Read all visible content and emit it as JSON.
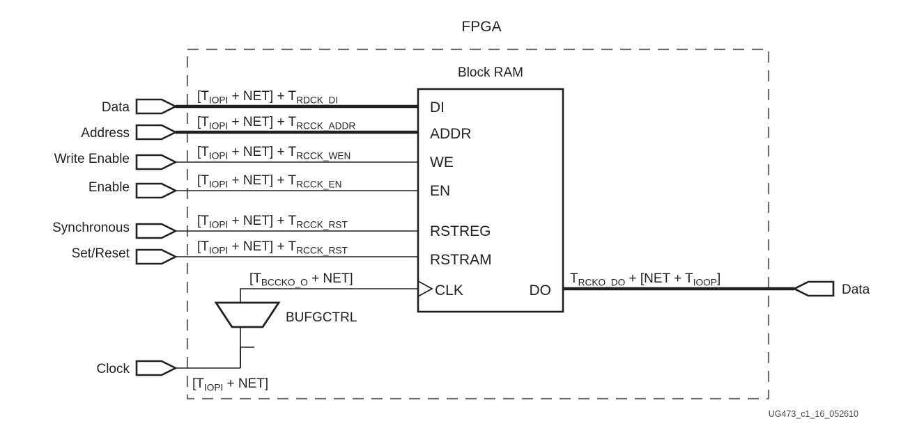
{
  "figure": {
    "fpga_label": "FPGA",
    "block_label": "Block RAM",
    "buffer_label": "BUFGCTRL",
    "footer_id": "UG473_c1_16_052610",
    "ink_color": "#231f20",
    "dash_color": "#6d6e71"
  },
  "ports": [
    {
      "name": "DI"
    },
    {
      "name": "ADDR"
    },
    {
      "name": "WE"
    },
    {
      "name": "EN"
    },
    {
      "name": "RSTREG"
    },
    {
      "name": "RSTRAM"
    },
    {
      "name": "CLK"
    },
    {
      "name": "DO"
    }
  ],
  "inputs": [
    {
      "signal": "Data",
      "port": "DI",
      "bus": true,
      "delay": {
        "text": "[TIOPI + NET] + TRDCK_DI",
        "parts": [
          {
            "t": "[T",
            "sub": false
          },
          {
            "t": "IOPI",
            "sub": true
          },
          {
            "t": " + NET] + T",
            "sub": false
          },
          {
            "t": "RDCK_DI",
            "sub": true
          }
        ]
      }
    },
    {
      "signal": "Address",
      "port": "ADDR",
      "bus": true,
      "delay": {
        "text": "[TIOPI + NET] + TRCCK_ADDR",
        "parts": [
          {
            "t": "[T",
            "sub": false
          },
          {
            "t": "IOPI",
            "sub": true
          },
          {
            "t": " + NET] + T",
            "sub": false
          },
          {
            "t": "RCCK_ADDR",
            "sub": true
          }
        ]
      }
    },
    {
      "signal": "Write Enable",
      "port": "WE",
      "bus": false,
      "delay": {
        "text": "[TIOPI + NET] + TRCCK_WEN",
        "parts": [
          {
            "t": "[T",
            "sub": false
          },
          {
            "t": "IOPI",
            "sub": true
          },
          {
            "t": " + NET] + T",
            "sub": false
          },
          {
            "t": "RCCK_WEN",
            "sub": true
          }
        ]
      }
    },
    {
      "signal": "Enable",
      "port": "EN",
      "bus": false,
      "delay": {
        "text": "[TIOPI + NET] + TRCCK_EN",
        "parts": [
          {
            "t": "[T",
            "sub": false
          },
          {
            "t": "IOPI",
            "sub": true
          },
          {
            "t": " + NET] + T",
            "sub": false
          },
          {
            "t": "RCCK_EN",
            "sub": true
          }
        ]
      }
    },
    {
      "signal": "Synchronous",
      "port": "RSTREG",
      "bus": false,
      "delay": {
        "text": "[TIOPI + NET] + TRCCK_RST",
        "parts": [
          {
            "t": "[T",
            "sub": false
          },
          {
            "t": "IOPI",
            "sub": true
          },
          {
            "t": " + NET] + T",
            "sub": false
          },
          {
            "t": "RCCK_RST",
            "sub": true
          }
        ]
      }
    },
    {
      "signal": "Set/Reset",
      "port": "RSTRAM",
      "bus": false,
      "delay": {
        "text": "[TIOPI + NET] + TRCCK_RST",
        "parts": [
          {
            "t": "[T",
            "sub": false
          },
          {
            "t": "IOPI",
            "sub": true
          },
          {
            "t": " + NET] + T",
            "sub": false
          },
          {
            "t": "RCCK_RST",
            "sub": true
          }
        ]
      }
    }
  ],
  "clock_path": {
    "signal": "Clock",
    "port": "CLK",
    "input_delay": {
      "text": "[TIOPI + NET]",
      "parts": [
        {
          "t": "[T",
          "sub": false
        },
        {
          "t": "IOPI",
          "sub": true
        },
        {
          "t": " + NET]",
          "sub": false
        }
      ]
    },
    "buffer_delay": {
      "text": "[TBCCKO_O + NET]",
      "parts": [
        {
          "t": "[T",
          "sub": false
        },
        {
          "t": "BCCKO_O",
          "sub": true
        },
        {
          "t": " + NET]",
          "sub": false
        }
      ]
    }
  },
  "output": {
    "signal": "Data",
    "port": "DO",
    "bus": true,
    "delay": {
      "text": "TRCKO_DO + [NET + TIOOP]",
      "parts": [
        {
          "t": "T",
          "sub": false
        },
        {
          "t": "RCKO_DO",
          "sub": true
        },
        {
          "t": " + [NET + T",
          "sub": false
        },
        {
          "t": "IOOP",
          "sub": true
        },
        {
          "t": "]",
          "sub": false
        }
      ]
    }
  }
}
